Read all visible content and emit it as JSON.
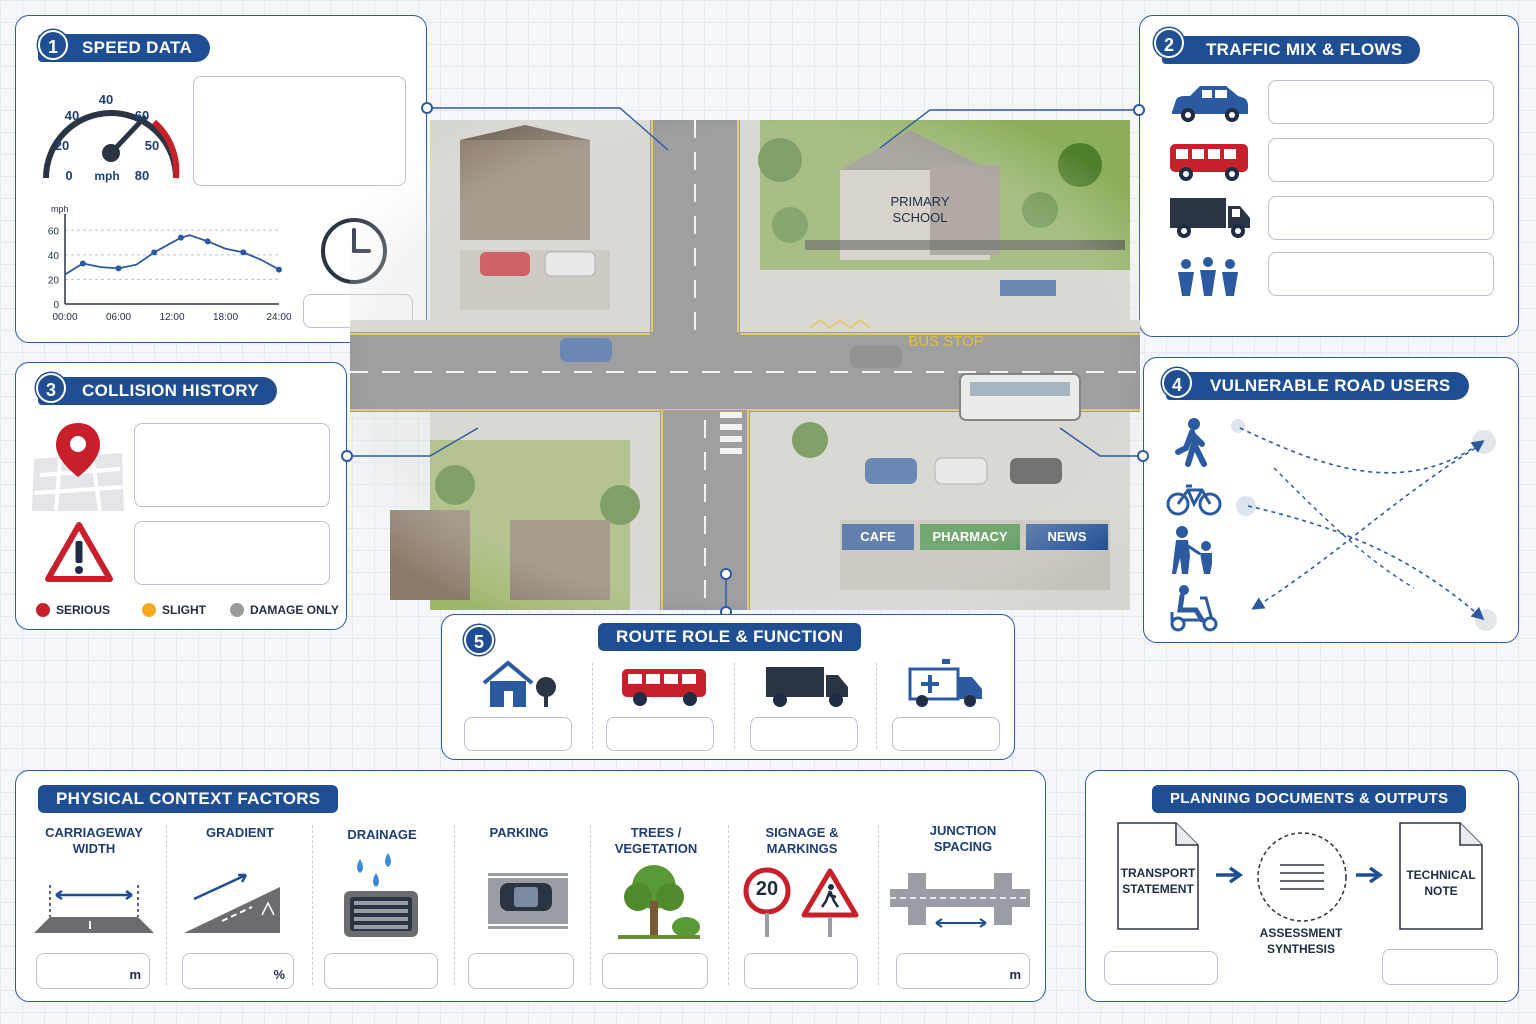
{
  "panels": {
    "speed": {
      "num": "1",
      "title": "SPEED DATA",
      "gauge_ticks": [
        "0",
        "20",
        "40",
        "40",
        "60",
        "50",
        "80"
      ],
      "gauge_unit": "mph",
      "chart_unit": "mph"
    },
    "traffic": {
      "num": "2",
      "title": "TRAFFIC MIX & FLOWS"
    },
    "collision": {
      "num": "3",
      "title": "COLLISION HISTORY",
      "legend": [
        {
          "label": "SERIOUS",
          "color": "#c8202a"
        },
        {
          "label": "SLIGHT",
          "color": "#f4a81d"
        },
        {
          "label": "DAMAGE ONLY",
          "color": "#9a9a9a"
        }
      ]
    },
    "vru": {
      "num": "4",
      "title": "VULNERABLE ROAD USERS"
    },
    "route": {
      "num": "5",
      "title": "ROUTE ROLE & FUNCTION"
    },
    "physical": {
      "title": "PHYSICAL CONTEXT FACTORS",
      "factors": [
        {
          "label": "CARRIAGEWAY\nWIDTH",
          "unit": "m"
        },
        {
          "label": "GRADIENT",
          "unit": "%"
        },
        {
          "label": "DRAINAGE",
          "unit": ""
        },
        {
          "label": "PARKING",
          "unit": ""
        },
        {
          "label": "TREES /\nVEGETATION",
          "unit": ""
        },
        {
          "label": "SIGNAGE &\nMARKINGS",
          "unit": ""
        },
        {
          "label": "JUNCTION\nSPACING",
          "unit": "m"
        }
      ],
      "speed_sign": "20"
    },
    "planning": {
      "title": "PLANNING DOCUMENTS & OUTPUTS",
      "doc1": "TRANSPORT\nSTATEMENT",
      "synth": "ASSESSMENT\nSYNTHESIS",
      "doc2": "TECHNICAL\nNOTE"
    }
  },
  "map": {
    "school": "PRIMARY\nSCHOOL",
    "bus_stop": "BUS STOP",
    "shops": [
      "CAFE",
      "PHARMACY",
      "NEWS"
    ]
  },
  "chart_data": {
    "type": "line",
    "ylabel": "mph",
    "x_ticks": [
      "00:00",
      "06:00",
      "12:00",
      "18:00",
      "24:00"
    ],
    "y_ticks": [
      0,
      20,
      40,
      60
    ],
    "ylim": [
      0,
      70
    ],
    "xlim": [
      0,
      24
    ],
    "x": [
      0,
      2,
      4,
      6,
      8,
      10,
      12,
      13,
      14,
      16,
      18,
      20,
      22,
      24
    ],
    "values": [
      24,
      33,
      30,
      29,
      32,
      42,
      50,
      54,
      56,
      51,
      45,
      42,
      36,
      28
    ],
    "color": "#2c5aa0",
    "grid": true
  }
}
